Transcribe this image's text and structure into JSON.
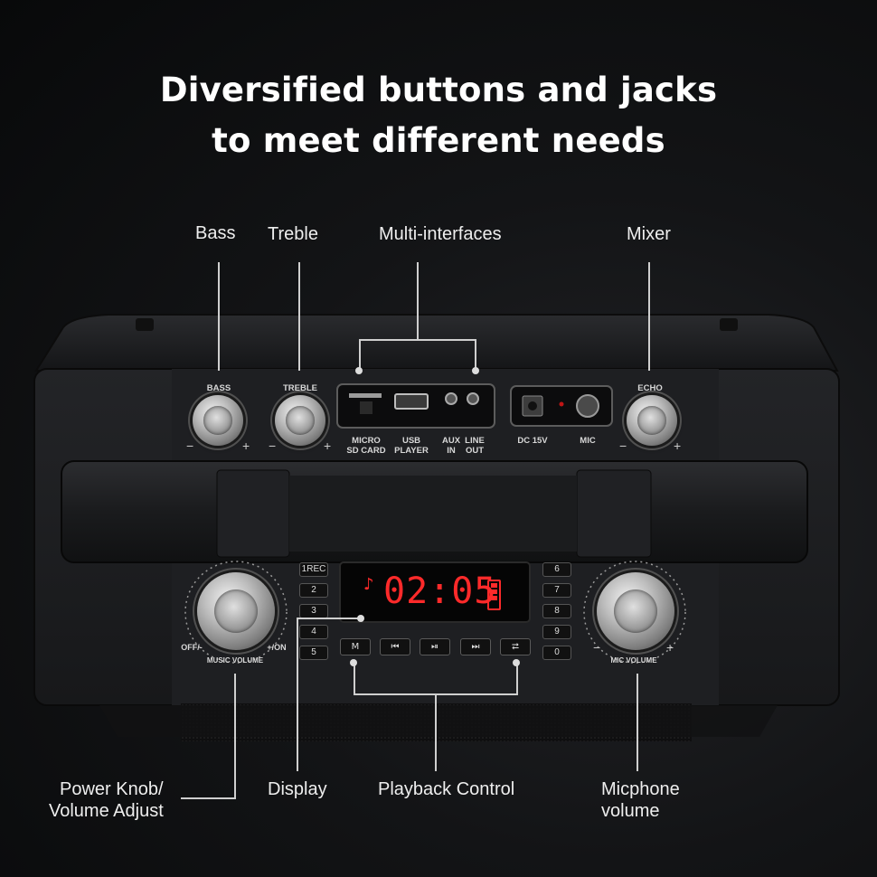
{
  "headline": {
    "line1": "Diversified buttons and jacks",
    "line2": "to meet different needs"
  },
  "callouts": {
    "bass": "Bass",
    "treble": "Treble",
    "multi_interfaces": "Multi-interfaces",
    "mixer": "Mixer",
    "power_knob_line1": "Power Knob/",
    "power_knob_line2": "Volume Adjust",
    "display": "Display",
    "playback_control": "Playback Control",
    "mic_volume_line1": "Micphone",
    "mic_volume_line2": "volume"
  },
  "device": {
    "bass_label": "BASS",
    "treble_label": "TREBLE",
    "echo_label": "ECHO",
    "minus": "−",
    "plus": "+",
    "micro_sd_line1": "MICRO",
    "micro_sd_line2": "SD CARD",
    "usb_line1": "USB",
    "usb_line2": "PLAYER",
    "aux_line1": "AUX",
    "aux_line2": "IN",
    "line_out_line1": "LINE",
    "line_out_line2": "OUT",
    "dc_label": "DC 15V",
    "mic_label": "MIC",
    "off_label": "OFF/-",
    "on_label": "+/ON",
    "music_volume_label": "MUSIC VOLUME",
    "mic_volume_label": "MIC VOLUME",
    "display_time": "02:05",
    "left_keys": [
      "1REC",
      "2",
      "3",
      "4",
      "5"
    ],
    "right_keys": [
      "6",
      "7",
      "8",
      "9",
      "0"
    ],
    "playback_keys": [
      "M",
      "⏮",
      "⏯",
      "⏭",
      "⮂"
    ]
  },
  "colors": {
    "display_red": "#ff2a2a",
    "body": "#1c1d1f"
  }
}
